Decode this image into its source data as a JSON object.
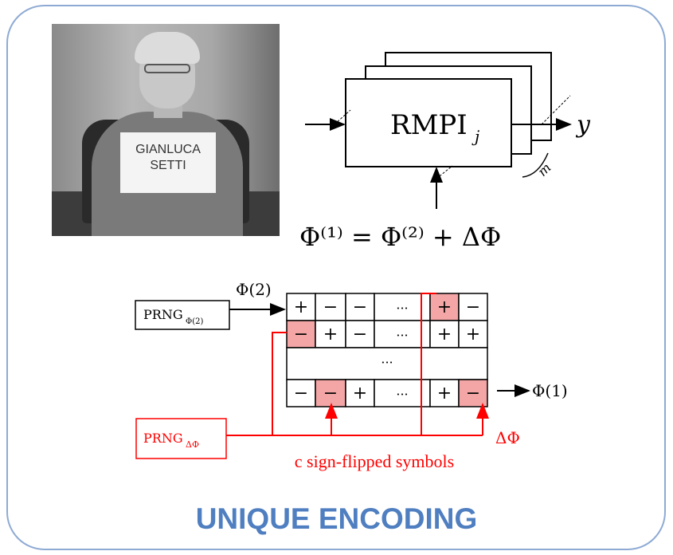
{
  "photo": {
    "sign_text": "GIANLUCA\nSETTI"
  },
  "block": {
    "label": "RMPI",
    "subscript": "j",
    "output": "y",
    "copies": "m"
  },
  "equation": "Φ⁽¹⁾ = Φ⁽²⁾ + ΔΦ",
  "prng_phi2": {
    "label": "PRNG",
    "subscript": "Φ(2)",
    "output": "Φ(2)"
  },
  "prng_delta": {
    "label": "PRNG",
    "subscript": "ΔΦ"
  },
  "matrix": {
    "rows": [
      [
        "+",
        "−",
        "−",
        "···",
        "+",
        "−"
      ],
      [
        "−",
        "+",
        "−",
        "···",
        "+",
        "+"
      ],
      [
        "···"
      ],
      [
        "−",
        "−",
        "+",
        "···",
        "+",
        "−"
      ]
    ],
    "flipped": [
      [
        0,
        4
      ],
      [
        1,
        0
      ],
      [
        3,
        1
      ],
      [
        3,
        5
      ]
    ],
    "flip_color": "#f4a6a6"
  },
  "output_phi1": "Φ(1)",
  "delta_label": "ΔΦ",
  "caption": "c sign-flipped symbols",
  "title": "UNIQUE ENCODING",
  "colors": {
    "accent": "#4f7fc0",
    "border": "#8eaad4",
    "red": "#ff0000"
  }
}
